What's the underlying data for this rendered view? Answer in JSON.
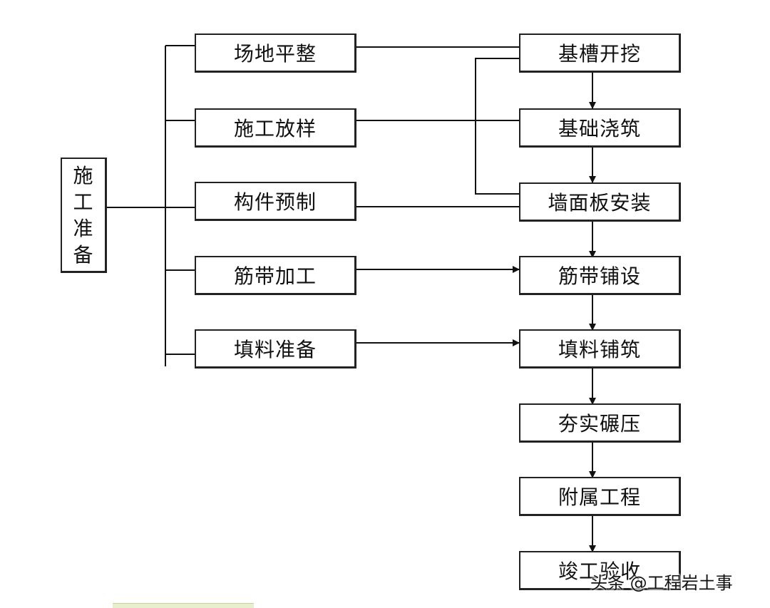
{
  "root": {
    "label": "施工准备",
    "chars": [
      "施",
      "工",
      "准",
      "备"
    ]
  },
  "prep_tasks": [
    "场地平整",
    "施工放样",
    "构件预制",
    "筋带加工",
    "填料准备"
  ],
  "main_steps": [
    "基槽开挖",
    "基础浇筑",
    "墙面板安装",
    "筋带铺设",
    "填料铺筑",
    "夯实碾压",
    "附属工程",
    "竣工验收"
  ],
  "watermark": "头条 @工程岩土事"
}
